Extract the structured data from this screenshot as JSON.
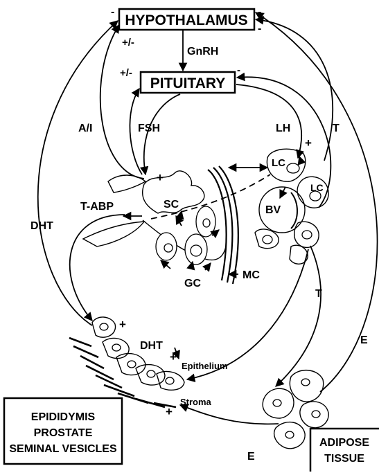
{
  "nodes": {
    "hypothalamus": "HYPOTHALAMUS",
    "pituitary": "PITUITARY",
    "target_organs": [
      "EPIDIDYMIS",
      "PROSTATE",
      "SEMINAL VESICLES"
    ],
    "adipose": [
      "ADIPOSE",
      "TISSUE"
    ]
  },
  "labels": {
    "gnrh": "GnRH",
    "ai": "A/I",
    "fsh": "FSH",
    "lh": "LH",
    "t_right": "T",
    "t_middle": "T",
    "dht_left": "DHT",
    "dht_organ": "DHT",
    "tabp": "T-ABP",
    "sc": "SC",
    "lc_top": "LC",
    "lc_right": "LC",
    "bv": "BV",
    "gc": "GC",
    "mc": "MC",
    "epithelium": "Epithelium",
    "stroma": "Stroma",
    "e_right": "E",
    "e_bottom": "E"
  },
  "signs": {
    "hyp_left": "-",
    "hyp_right_top": "-",
    "hyp_right_bottom": "-",
    "pm_hyp": "+/-",
    "pm_pit": "+/-",
    "pit_right": "-",
    "plus_sc": "+",
    "plus_lh": "+",
    "plus_organ_top": "+",
    "plus_dht": "+",
    "plus_stroma": "+"
  }
}
